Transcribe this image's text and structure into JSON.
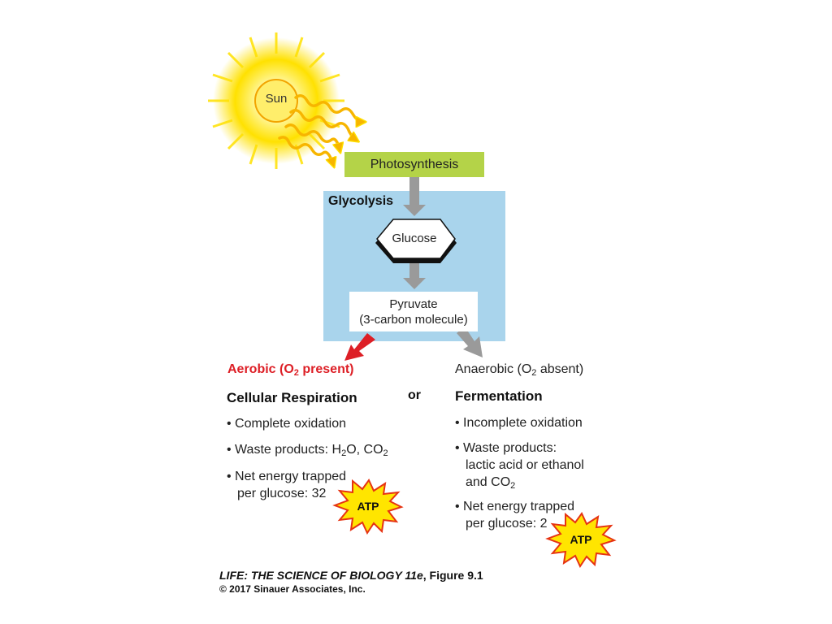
{
  "sun_label": "Sun",
  "photosynthesis": "Photosynthesis",
  "glycolysis": "Glycolysis",
  "glucose": "Glucose",
  "pyruvate": {
    "line1": "Pyruvate",
    "line2": "(3-carbon molecule)"
  },
  "aerobic": {
    "prefix": "Aerobic (O",
    "sub": "2",
    "suffix": " present)"
  },
  "anaerobic": {
    "prefix": "Anaerobic (O",
    "sub": "2",
    "suffix": " absent)"
  },
  "or_label": "or",
  "left_branch": {
    "heading": "Cellular Respiration",
    "bullet1": "• Complete oxidation",
    "bullet2": {
      "prefix": "• Waste products: H",
      "sub1": "2",
      "mid": "O, CO",
      "sub2": "2"
    },
    "bullet3": {
      "line1": "• Net energy trapped",
      "line2": "per glucose: 32"
    }
  },
  "right_branch": {
    "heading": "Fermentation",
    "bullet1": "• Incomplete oxidation",
    "bullet2": {
      "line1": "• Waste products:",
      "line2": "lactic acid or ethanol",
      "line3_prefix": "and CO",
      "line3_sub": "2"
    },
    "bullet3": {
      "line1": "• Net energy trapped",
      "line2": "per glucose: 2"
    }
  },
  "atp_label": "ATP",
  "credit": {
    "title": "LIFE: THE SCIENCE OF BIOLOGY 11e",
    "figure": ", Figure 9.1",
    "copyright": "© 2017 Sinauer Associates, Inc."
  },
  "colors": {
    "sun": "#ffe100",
    "ray": "#f7b500",
    "photosynthesis_box": "#b4d348",
    "glycolysis_box": "#a9d4ec",
    "aerobic_arrow": "#dd1f26",
    "gray_arrow": "#9a9a9a",
    "atp_burst": "#ffe500",
    "atp_outline": "#e63312"
  }
}
